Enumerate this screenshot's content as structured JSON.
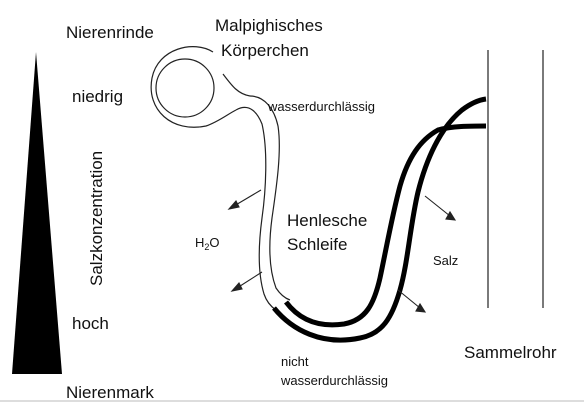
{
  "labels": {
    "cortex": "Nierenrinde",
    "corpuscle_line1": "Malpighisches",
    "corpuscle_line2": "Körperchen",
    "low": "niedrig",
    "permeable": "wasserdurchlässig",
    "salt_gradient_axis": "Salzkonzentration",
    "loop_line1": "Henlesche",
    "loop_line2": "Schleife",
    "water_main": "H",
    "water_sub": "2",
    "water_tail": "O",
    "salt": "Salz",
    "high": "hoch",
    "not_line1": "nicht",
    "not_line2": "wasserdurchlässig",
    "collecting_duct": "Sammelrohr",
    "medulla": "Nierenmark"
  },
  "colors": {
    "ink": "#111111",
    "background": "#ffffff"
  }
}
